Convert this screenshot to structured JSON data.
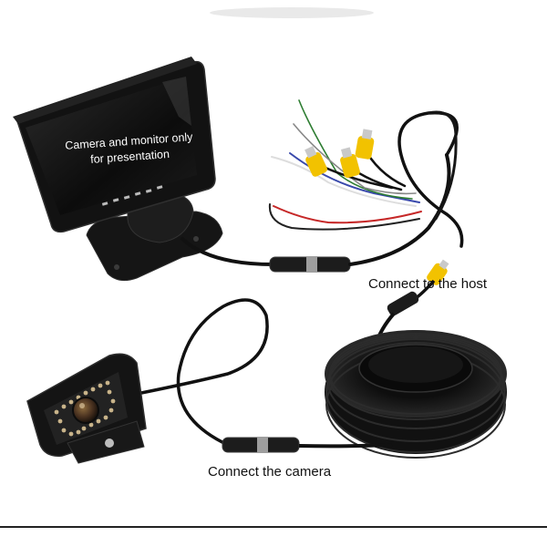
{
  "monitor": {
    "screen_text_line1": "Camera and monitor only",
    "screen_text_line2": "for presentation"
  },
  "labels": {
    "host": "Connect to the host",
    "camera": "Connect the camera"
  },
  "colors": {
    "background": "#ffffff",
    "device_body": "#1a1a1a",
    "cable": "#111111",
    "rca_yellow": "#f2c200",
    "wire_red": "#c62828",
    "wire_blue": "#3949ab",
    "camera_led_ring": "#c9b48a",
    "text": "#111111"
  }
}
